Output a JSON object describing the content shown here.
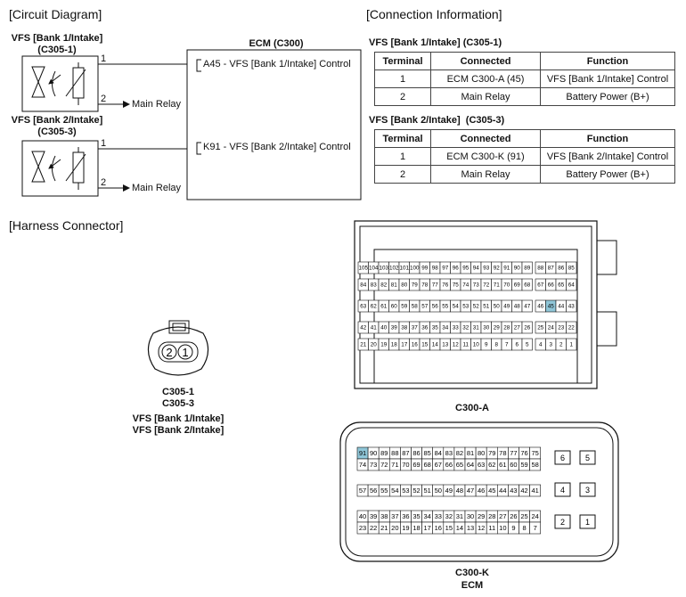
{
  "sections": {
    "circuit": "[Circuit Diagram]",
    "connection": "[Connection Information]",
    "harness": "[Harness Connector]"
  },
  "circuit": {
    "vfs1_title": "VFS [Bank 1/Intake]",
    "vfs1_code": "(C305-1)",
    "vfs2_title": "VFS [Bank 2/Intake]",
    "vfs2_code": "(C305-3)",
    "pin1": "1",
    "pin2": "2",
    "main_relay": "Main Relay",
    "ecm_title": "ECM (C300)",
    "ecm_a45": "A45 - VFS [Bank 1/Intake] Control",
    "ecm_k91": "K91 - VFS [Bank 2/Intake] Control"
  },
  "tables": [
    {
      "title": "VFS [Bank 1/Intake] (C305-1)",
      "headers": [
        "Terminal",
        "Connected",
        "Function"
      ],
      "rows": [
        [
          "1",
          "ECM C300-A (45)",
          "VFS [Bank 1/Intake] Control"
        ],
        [
          "2",
          "Main Relay",
          "Battery Power (B+)"
        ]
      ]
    },
    {
      "title": "VFS [Bank 2/Intake]  (C305-3)",
      "headers": [
        "Terminal",
        "Connected",
        "Function"
      ],
      "rows": [
        [
          "1",
          "ECM C300-K (91)",
          "VFS [Bank 2/Intake] Control"
        ],
        [
          "2",
          "Main Relay",
          "Battery Power (B+)"
        ]
      ]
    }
  ],
  "harness": {
    "small_pins": [
      "2",
      "1"
    ],
    "small_label_lines": [
      "C305-1",
      "C305-3",
      "VFS [Bank 1/Intake]",
      "VFS [Bank 2/Intake]"
    ],
    "c300a_label": "C300-A",
    "c300k_label": "C300-K",
    "ecm_label": "ECM",
    "c300a_rows": [
      [
        "105",
        "104",
        "103",
        "102",
        "101",
        "100",
        "99",
        "98",
        "97",
        "96",
        "95",
        "94",
        "93",
        "92",
        "91",
        "90",
        "89"
      ],
      [
        "84",
        "83",
        "82",
        "81",
        "80",
        "79",
        "78",
        "77",
        "76",
        "75",
        "74",
        "73",
        "72",
        "71",
        "70",
        "69",
        "68"
      ],
      [
        "63",
        "62",
        "61",
        "60",
        "59",
        "58",
        "57",
        "56",
        "55",
        "54",
        "53",
        "52",
        "51",
        "50",
        "49",
        "48",
        "47"
      ],
      [
        "42",
        "41",
        "40",
        "39",
        "38",
        "37",
        "36",
        "35",
        "34",
        "33",
        "32",
        "31",
        "30",
        "29",
        "28",
        "27",
        "26"
      ],
      [
        "21",
        "20",
        "19",
        "18",
        "17",
        "16",
        "15",
        "14",
        "13",
        "12",
        "11",
        "10",
        "9",
        "8",
        "7",
        "6",
        "5"
      ]
    ],
    "c300a_side": [
      [
        "88",
        "87",
        "86",
        "85"
      ],
      [
        "67",
        "66",
        "65",
        "64"
      ],
      [
        "46",
        "45",
        "44",
        "43"
      ],
      [
        "25",
        "24",
        "23",
        "22"
      ],
      [
        "4",
        "3",
        "2",
        "1"
      ]
    ],
    "c300a_highlight": "45",
    "c300k_rows": [
      [
        "91",
        "90",
        "89",
        "88",
        "87",
        "86",
        "85",
        "84",
        "83",
        "82",
        "81",
        "80",
        "79",
        "78",
        "77",
        "76",
        "75"
      ],
      [
        "74",
        "73",
        "72",
        "71",
        "70",
        "69",
        "68",
        "67",
        "66",
        "65",
        "64",
        "63",
        "62",
        "61",
        "60",
        "59",
        "58"
      ],
      [
        "57",
        "56",
        "55",
        "54",
        "53",
        "52",
        "51",
        "50",
        "49",
        "48",
        "47",
        "46",
        "45",
        "44",
        "43",
        "42",
        "41"
      ],
      [
        "40",
        "39",
        "38",
        "37",
        "36",
        "35",
        "34",
        "33",
        "32",
        "31",
        "30",
        "29",
        "28",
        "27",
        "26",
        "25",
        "24"
      ],
      [
        "23",
        "22",
        "21",
        "20",
        "19",
        "18",
        "17",
        "16",
        "15",
        "14",
        "13",
        "12",
        "11",
        "10",
        "9",
        "8",
        "7"
      ]
    ],
    "c300k_side": [
      [
        "6",
        "5"
      ],
      [
        "4",
        "3"
      ],
      [
        "2",
        "1"
      ]
    ],
    "c300k_highlight": "91",
    "highlight_color": "#8fc6d8"
  }
}
